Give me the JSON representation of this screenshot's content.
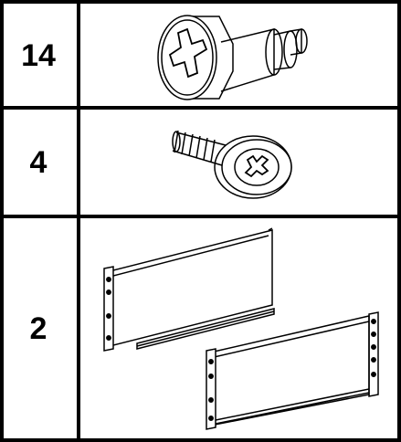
{
  "parts_table": {
    "rows": [
      {
        "quantity": "14",
        "icon": "shoulder-screw-icon"
      },
      {
        "quantity": "4",
        "icon": "cross-head-screw-icon"
      },
      {
        "quantity": "2",
        "icon": "mounting-bracket-icon"
      }
    ]
  }
}
